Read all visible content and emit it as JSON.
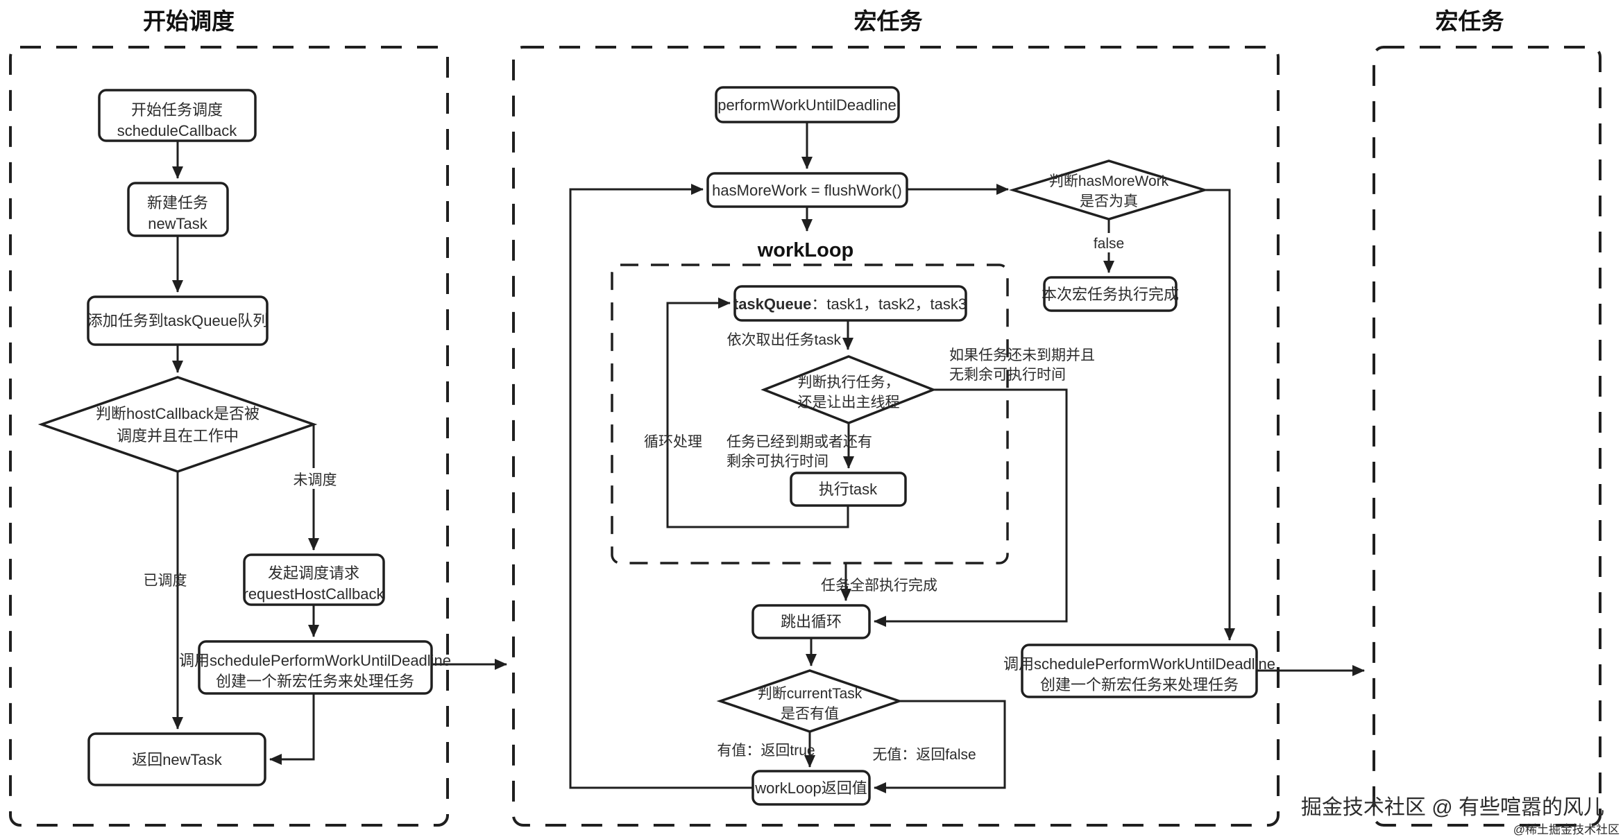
{
  "titles": {
    "left": "开始调度",
    "middle": "宏任务",
    "right": "宏任务"
  },
  "nodes": {
    "b1_line1": "开始任务调度",
    "b1_line2": "scheduleCallback",
    "b2_line1": "新建任务",
    "b2_line2": "newTask",
    "b3": "添加任务到taskQueue队列",
    "d1_line1": "判断hostCallback是否被",
    "d1_line2": "调度并且在工作中",
    "b4_line1": "发起调度请求",
    "b4_line2": "requestHostCallback",
    "b5_line1": "调用schedulePerformWorkUntilDeadline",
    "b5_line2": "创建一个新宏任务来处理任务",
    "b6": "返回newTask",
    "m1": "performWorkUntilDeadline",
    "m2": "hasMoreWork = flushWork()",
    "m3_line1": "判断hasMoreWork",
    "m3_line2": "是否为真",
    "m4": "本次宏任务执行完成",
    "m5_bold": "taskQueue",
    "m5_rest": "：task1，task2，task3",
    "m6_line1": "判断执行任务，",
    "m6_line2": "还是让出主线程",
    "m7": "执行task",
    "m8": "跳出循环",
    "m9_line1": "判断currentTask",
    "m9_line2": "是否有值",
    "m10": "workLoop返回值",
    "m11_line1": "调用schedulePerformWorkUntilDeadline",
    "m11_line2": "创建一个新宏任务来处理任务",
    "workloop_title": "workLoop"
  },
  "labels": {
    "not_scheduled": "未调度",
    "scheduled": "已调度",
    "false_label": "false",
    "take_task": "依次取出任务task",
    "not_expired_line1": "如果任务还未到期并且",
    "not_expired_line2": "无剩余可执行时间",
    "loop": "循环处理",
    "expired_line1": "任务已经到期或者还有",
    "expired_line2": "剩余可执行时间",
    "all_done": "任务全部执行完成",
    "has_value": "有值：返回true",
    "no_value": "无值：返回false"
  },
  "watermark": {
    "line1": "掘金技术社区 @ 有些喧嚣的风儿",
    "line2": "@稀土掘金技术社区"
  },
  "colors": {
    "line": "#1f1f1f",
    "box_fill": "#ffffff",
    "exec_task_fill": "#d8d8d8",
    "text": "#2b2b2b",
    "watermark_primary": "#b4b4b4",
    "watermark_secondary": "#c9c9c9"
  }
}
